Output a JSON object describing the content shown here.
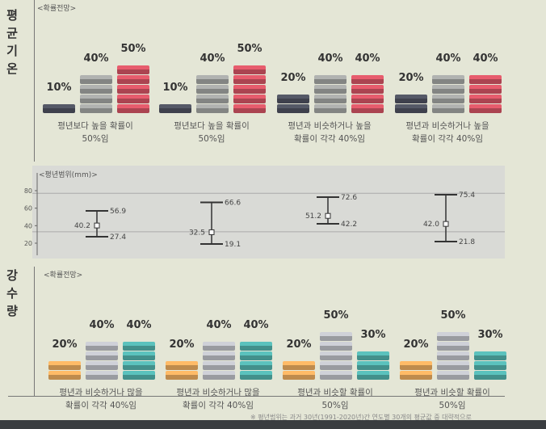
{
  "temperature": {
    "side_label": "평균기온",
    "subtitle": "<확률전망>",
    "groups": [
      {
        "values": [
          10,
          40,
          50
        ],
        "labels": [
          "10%",
          "40%",
          "50%"
        ],
        "caption": [
          "평년보다 높을 확률이",
          "50%임"
        ]
      },
      {
        "values": [
          10,
          40,
          50
        ],
        "labels": [
          "10%",
          "40%",
          "50%"
        ],
        "caption": [
          "평년보다 높을 확률이",
          "50%임"
        ]
      },
      {
        "values": [
          20,
          40,
          40
        ],
        "labels": [
          "20%",
          "40%",
          "40%"
        ],
        "caption": [
          "평년과 비슷하거나 높을",
          "확률이 각각 40%임"
        ]
      },
      {
        "values": [
          20,
          40,
          40
        ],
        "labels": [
          "20%",
          "40%",
          "40%"
        ],
        "caption": [
          "평년과 비슷하거나 높을",
          "확률이 각각 40%임"
        ]
      }
    ],
    "colors": [
      "#4a4d5a",
      "#9a9c9a",
      "#c9505f"
    ]
  },
  "precipitation": {
    "side_label": "강수량",
    "subtitle": "<확률전망>",
    "groups": [
      {
        "values": [
          20,
          40,
          40
        ],
        "labels": [
          "20%",
          "40%",
          "40%"
        ],
        "caption": [
          "평년과 비슷하거나 많을",
          "확률이 각각 40%임"
        ]
      },
      {
        "values": [
          20,
          40,
          40
        ],
        "labels": [
          "20%",
          "40%",
          "40%"
        ],
        "caption": [
          "평년과 비슷하거나 많을",
          "확률이 각각 40%임"
        ]
      },
      {
        "values": [
          20,
          50,
          30
        ],
        "labels": [
          "20%",
          "50%",
          "30%"
        ],
        "caption": [
          "평년과 비슷할 확률이",
          "50%임"
        ]
      },
      {
        "values": [
          20,
          50,
          30
        ],
        "labels": [
          "20%",
          "50%",
          "30%"
        ],
        "caption": [
          "평년과 비슷할 확률이",
          "50%임"
        ]
      }
    ],
    "colors": [
      "#e0a35a",
      "#b4b6bc",
      "#4fa9a4"
    ]
  },
  "chart_data": {
    "type": "errorbar",
    "title": "<평년범위(mm)>",
    "ylim": [
      10,
      90
    ],
    "yticks": [
      20,
      40,
      60,
      80
    ],
    "ranges": [
      {
        "mid": 40.2,
        "low": 27.4,
        "high": 56.9
      },
      {
        "mid": 32.5,
        "low": 19.1,
        "high": 66.6
      },
      {
        "mid": 51.2,
        "low": 42.2,
        "high": 72.6
      },
      {
        "mid": 42.0,
        "low": 21.8,
        "high": 75.4
      }
    ]
  },
  "footnote": "※ 평년범위는 과거 30년(1991-2020년)간 연도별 30개의 평균값 중 대략적으로"
}
